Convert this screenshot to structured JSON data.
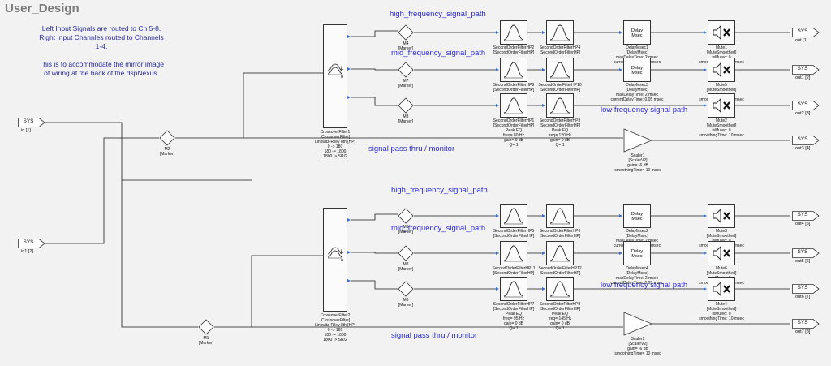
{
  "title": "User_Design",
  "note": [
    "Left Input Signals are routed to Ch 5-8.",
    "Right Input Channles routed to Channels",
    "1-4.",
    "",
    "This is to accommodate the mirror image",
    "of wiring at the back of the dspNexus."
  ],
  "path_labels": {
    "high": "high_frequency_signal_path",
    "mid": "mid_frequency_signal_path",
    "low": "low frequency signal path",
    "thru": "signal pass thru / monitor"
  },
  "sys_label": "SYS",
  "inputs": [
    "in [1]",
    "in1 [2]"
  ],
  "outputs": [
    "out [1]",
    "out1 [2]",
    "out2 [3]",
    "out3 [4]",
    "out4 [5]",
    "out5 [6]",
    "out6 [7]",
    "out7 [8]"
  ],
  "markers": {
    "top": [
      [
        "M4",
        "[Marker]"
      ],
      [
        "M7",
        "[Marker]"
      ],
      [
        "M3",
        "[Marker]"
      ]
    ],
    "bottom": [
      [
        "M5",
        "[Marker]"
      ],
      [
        "M8",
        "[Marker]"
      ],
      [
        "M6",
        "[Marker]"
      ]
    ],
    "m2": [
      "M2",
      "[Marker]"
    ],
    "m1": [
      "M1",
      "[Marker]"
    ]
  },
  "crossovers": [
    [
      "CrossoverFilter1",
      "[CrossoverFilter]",
      "Linkwitz-Riley 8th [HP]",
      "0 -> 180",
      "180 -> 1800",
      "1800 -> SR/2"
    ],
    [
      "CrossoverFilter2",
      "[CrossoverFilter]",
      "Linkwitz-Riley 8th [HP]",
      "0 -> 180",
      "180 -> 1800",
      "1800 -> SR/2"
    ]
  ],
  "xover_port": "L",
  "xover_port2": "H",
  "filters_top": [
    [
      [
        "SecondOrderFilterHP2",
        "[SecondOrderFilterHP]"
      ],
      [
        "SecondOrderFilterHP4",
        "[SecondOrderFilterHP]"
      ]
    ],
    [
      [
        "SecondOrderFilterHP9",
        "[SecondOrderFilterHP]"
      ],
      [
        "SecondOrderFilterHP10",
        "[SecondOrderFilterHP]"
      ]
    ],
    [
      [
        "SecondOrderFilterHP1",
        "[SecondOrderFilterHP]",
        "Peak EQ",
        "freq= 80 Hz",
        "gain= 0 dB",
        "Q= 1"
      ],
      [
        "SecondOrderFilterHP3",
        "[SecondOrderFilterHP]",
        "Peak EQ",
        "freq= 120 Hz",
        "gain= 0 dB",
        "Q= 1"
      ]
    ]
  ],
  "filters_bottom": [
    [
      [
        "SecondOrderFilterHP5",
        "[SecondOrderFilterHP]"
      ],
      [
        "SecondOrderFilterHP6",
        "[SecondOrderFilterHP]"
      ]
    ],
    [
      [
        "SecondOrderFilterHP11",
        "[SecondOrderFilterHP]"
      ],
      [
        "SecondOrderFilterHP12",
        "[SecondOrderFilterHP]"
      ]
    ],
    [
      [
        "SecondOrderFilterHP7",
        "[SecondOrderFilterHP]",
        "Peak EQ",
        "freq= 95 Hz",
        "gain= 0 dB",
        "Q= 1"
      ],
      [
        "SecondOrderFilterHP8",
        "[SecondOrderFilterHP]",
        "Peak EQ",
        "freq= 145 Hz",
        "gain= 0 dB",
        "Q= 1"
      ]
    ]
  ],
  "delay_text": [
    "Delay",
    "Msec"
  ],
  "delays_top": [
    [
      "DelayMsec1",
      "[DelayMsec]",
      "maxDelayTime: 2 msec",
      "currentDelayTime: 0 msec"
    ],
    [
      "DelayMsec3",
      "[DelayMsec]",
      "maxDelayTime: 2 msec",
      "currentDelayTime: 0.05 msec"
    ]
  ],
  "delays_bottom": [
    [
      "DelayMsec2",
      "[DelayMsec]",
      "maxDelayTime: 2 msec",
      "currentDelayTime: 0 msec"
    ],
    [
      "DelayMsec4",
      "[DelayMsec]",
      "maxDelayTime: 2 msec",
      "currentDelayTime: 0.05 msec"
    ]
  ],
  "mutes_top": [
    [
      "Mute1",
      "[MuteSmoothed]",
      "isMuted: 0",
      "smoothingTime: 10 msec"
    ],
    [
      "Mute5",
      "[MuteSmoothed]",
      "isMuted: 0",
      "smoothingTime: 10 msec"
    ],
    [
      "Mute2",
      "[MuteSmoothed]",
      "isMuted: 0",
      "smoothingTime: 10 msec"
    ]
  ],
  "mutes_bottom": [
    [
      "Mute3",
      "[MuteSmoothed]",
      "isMuted: 0",
      "smoothingTime: 10 msec"
    ],
    [
      "Mute6",
      "[MuteSmoothed]",
      "isMuted: 0",
      "smoothingTime: 10 msec"
    ],
    [
      "Mute4",
      "[MuteSmoothed]",
      "isMuted: 0",
      "smoothingTime: 10 msec"
    ]
  ],
  "scalers": [
    [
      "Scaler1",
      "[ScalerV2]",
      "gain= -6 dB",
      "smoothingTime= 10 msec"
    ],
    [
      "Scaler2",
      "[ScalerV2]",
      "gain= -6 dB",
      "smoothingTime= 10 msec"
    ]
  ],
  "colors": {
    "wire": "#1a1a1a",
    "port": "#3b6fd0",
    "label": "#2b2bd0",
    "background": "#f2f2f2"
  }
}
